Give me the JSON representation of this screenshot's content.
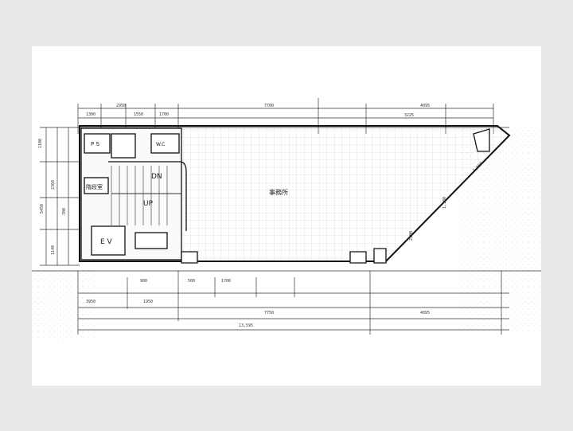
{
  "drawing": {
    "labels": {
      "ps": "P S",
      "ws": "W.C",
      "stair_room": "階段室",
      "dn": "DN",
      "up": "UP",
      "ev": "E V",
      "office": "事務所",
      "office_area": "",
      "upper_level": "",
      "mid_level": ""
    },
    "dimensions": {
      "top_a": "1300",
      "top_b": "2950",
      "top_c": "1550",
      "top_d": "1700",
      "top_mid": "7700",
      "top_right": "4095",
      "top_right_sub": "3225",
      "left_a": "1100",
      "left_b": "5450",
      "left_c": "2360",
      "left_d": "700",
      "left_e": "1140",
      "bottom_a": "900",
      "bottom_b": "500",
      "bottom_c": "1700",
      "bottom_d": "3950",
      "bottom_e": "1950",
      "bottom_f": "7750",
      "bottom_right": "4095",
      "bottom_total": "13,595",
      "diag_a": "4,000",
      "diag_b": "1,100",
      "diag_c": "2100"
    }
  }
}
